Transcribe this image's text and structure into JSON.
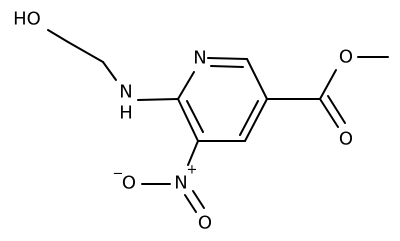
{
  "molecule": {
    "labels": {
      "hydroxyl": "HO",
      "amine": "N",
      "amine_h": "H",
      "ring_n": "N",
      "nitro_n": "N",
      "nitro_plus": "+",
      "nitro_o1": "O",
      "nitro_minus": "−",
      "nitro_o2": "O",
      "carbonyl_o": "O",
      "ester_o": "O"
    }
  }
}
